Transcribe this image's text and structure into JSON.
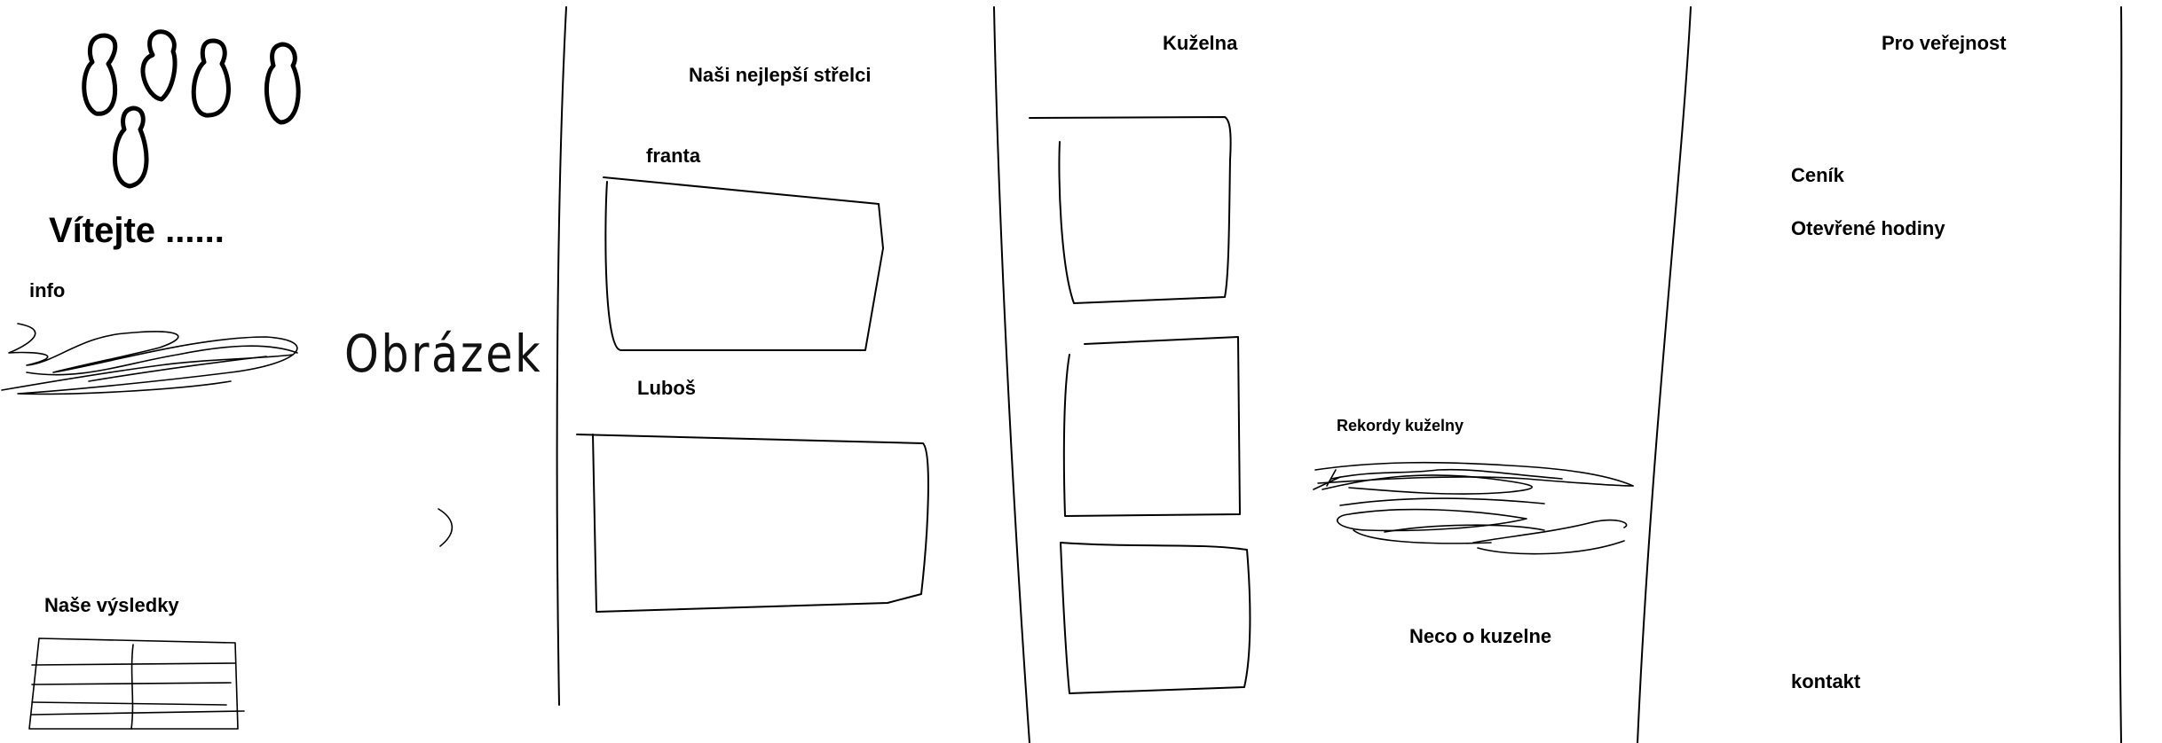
{
  "welcome": {
    "title": "Vítejte ......",
    "info_label": "info",
    "image_caption": "Obrázek",
    "results_label": "Naše výsledky"
  },
  "shooters": {
    "title": "Naši nejlepší střelci",
    "items": [
      {
        "name": "franta"
      },
      {
        "name": "Luboš"
      }
    ]
  },
  "alley": {
    "title": "Kuželna",
    "records_label": "Rekordy kuželny",
    "about_label": "Neco o kuzelne"
  },
  "public": {
    "title": "Pro veřejnost",
    "items": [
      {
        "label": "Ceník"
      },
      {
        "label": "Otevřené hodiny"
      },
      {
        "label": "kontakt"
      }
    ]
  }
}
